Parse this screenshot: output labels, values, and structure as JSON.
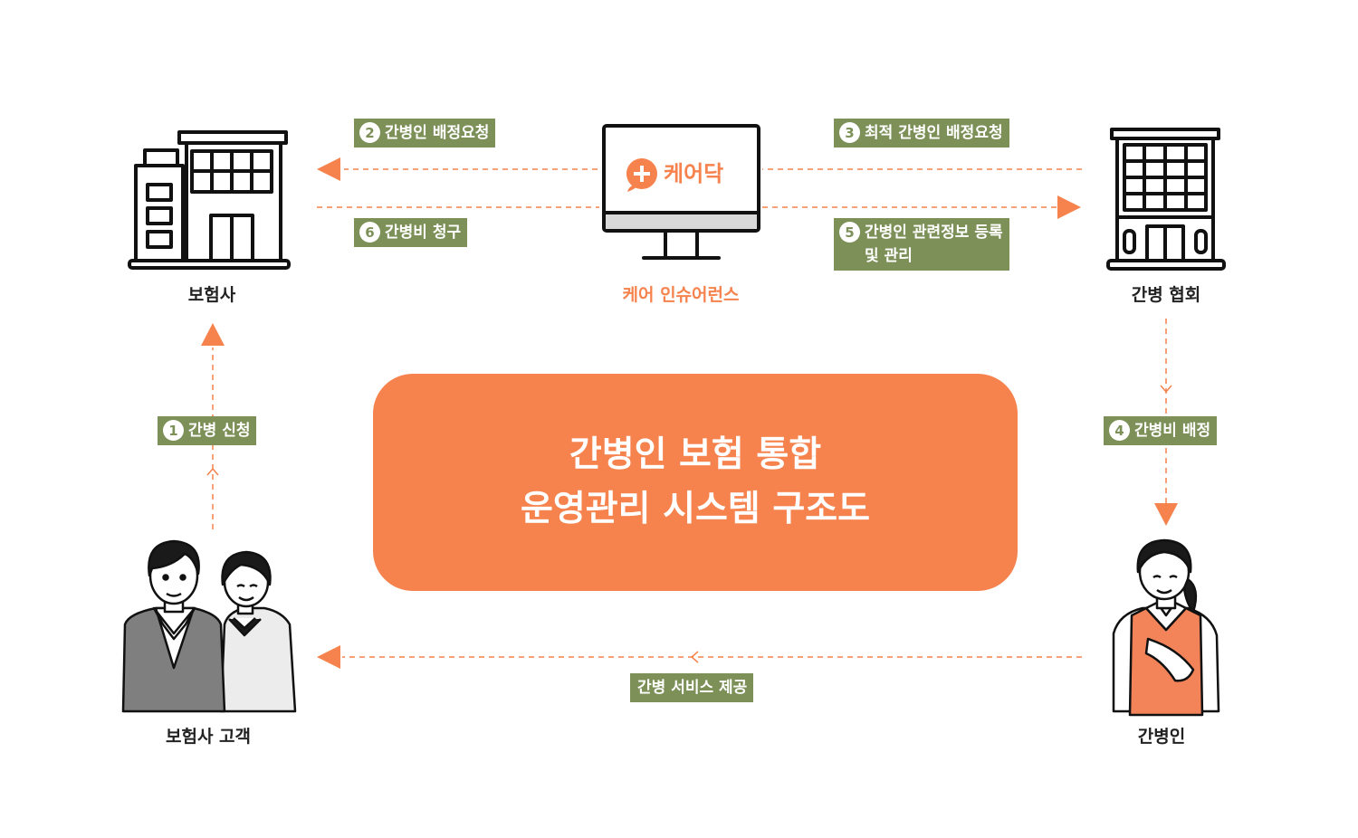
{
  "colors": {
    "accent": "#f6824d",
    "label_bg": "#7c9058",
    "ink": "#222222"
  },
  "entities": {
    "insurer": "보험사",
    "platform": "케어 인슈어런스",
    "association": "간병 협회",
    "customers": "보험사 고객",
    "caregiver": "간병인"
  },
  "brand": {
    "name": "케어닥",
    "icon": "plus-icon"
  },
  "steps": [
    {
      "num": "1",
      "text": "간병 신청"
    },
    {
      "num": "2",
      "text": "간병인 배정요청"
    },
    {
      "num": "3",
      "text": "최적 간병인 배정요청"
    },
    {
      "num": "4",
      "text": "간병비 배정"
    },
    {
      "num": "5",
      "text": "간병인 관련정보 등록 및 관리",
      "line1": "간병인 관련정보 등록",
      "line2": "및 관리"
    },
    {
      "num": "6",
      "text": "간병비 청구"
    }
  ],
  "service": "간병 서비스 제공",
  "title": {
    "line1": "간병인 보험 통합",
    "line2": "운영관리 시스템 구조도"
  }
}
